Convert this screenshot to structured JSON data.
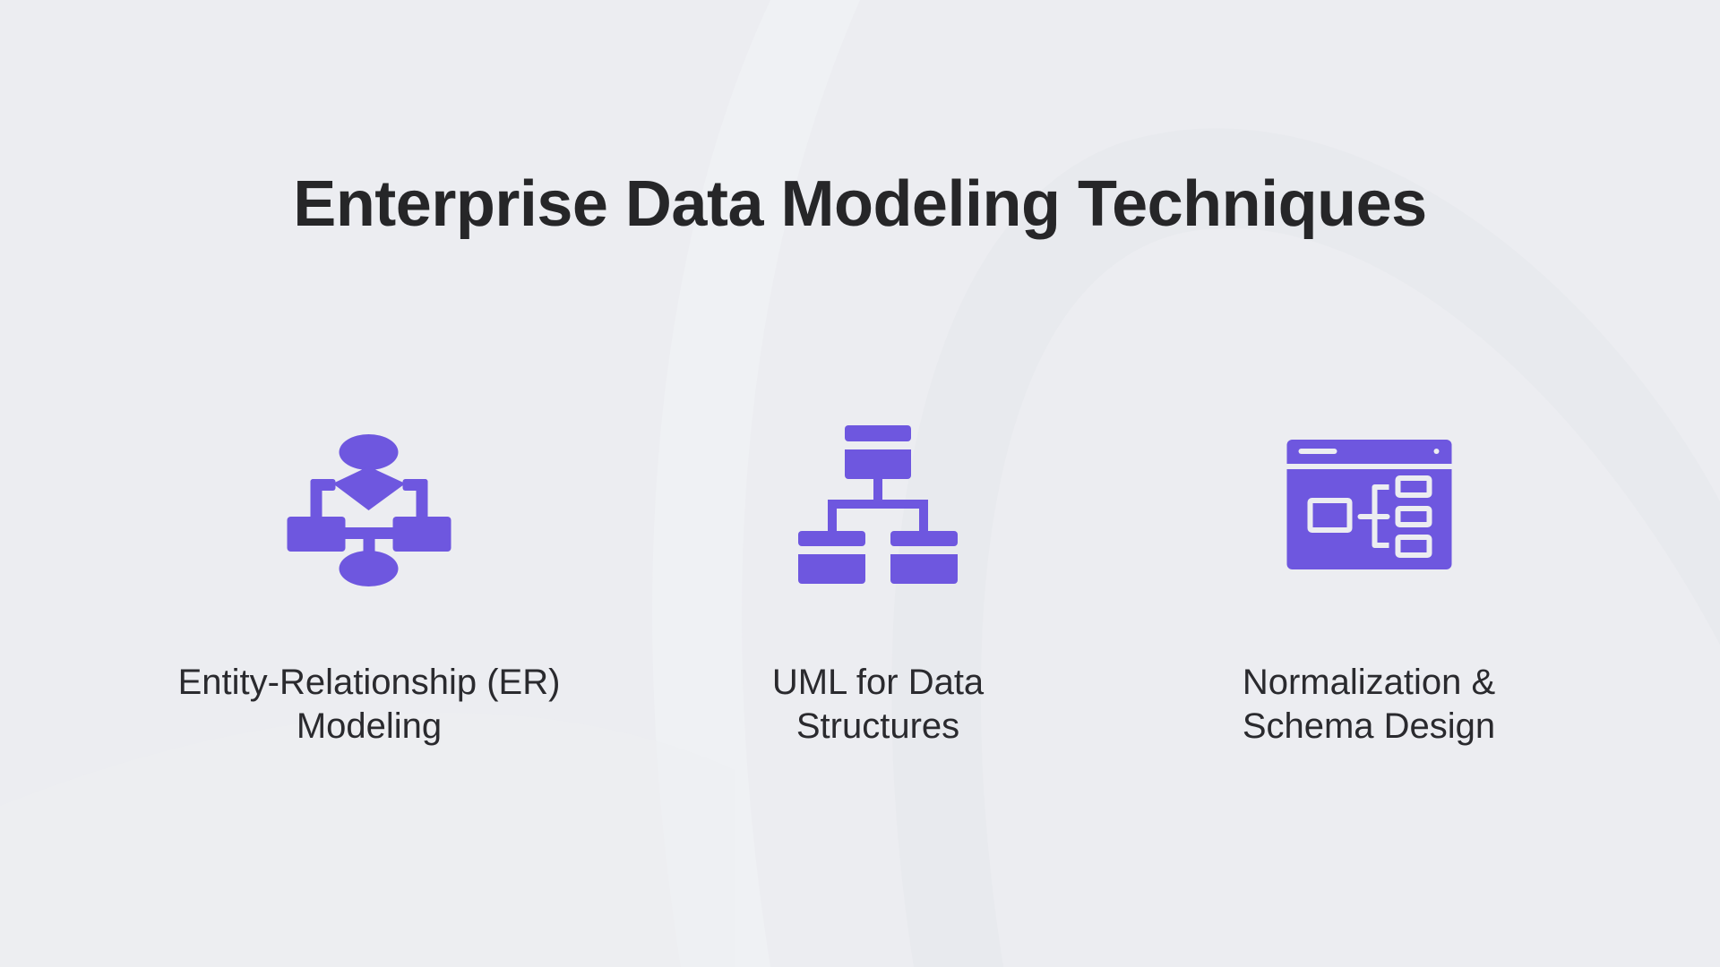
{
  "slide": {
    "title": "Enterprise Data Modeling Techniques",
    "accent_color": "#6E57DF",
    "background_color": "#ECEDF1",
    "text_color": "#262628",
    "items": [
      {
        "icon": "flowchart-icon",
        "caption_line1": "Entity-Relationship (ER)",
        "caption_line2": "Modeling"
      },
      {
        "icon": "hierarchy-tables-icon",
        "caption_line1": "UML for Data",
        "caption_line2": "Structures"
      },
      {
        "icon": "schema-window-icon",
        "caption_line1": "Normalization &",
        "caption_line2": "Schema Design"
      }
    ]
  }
}
